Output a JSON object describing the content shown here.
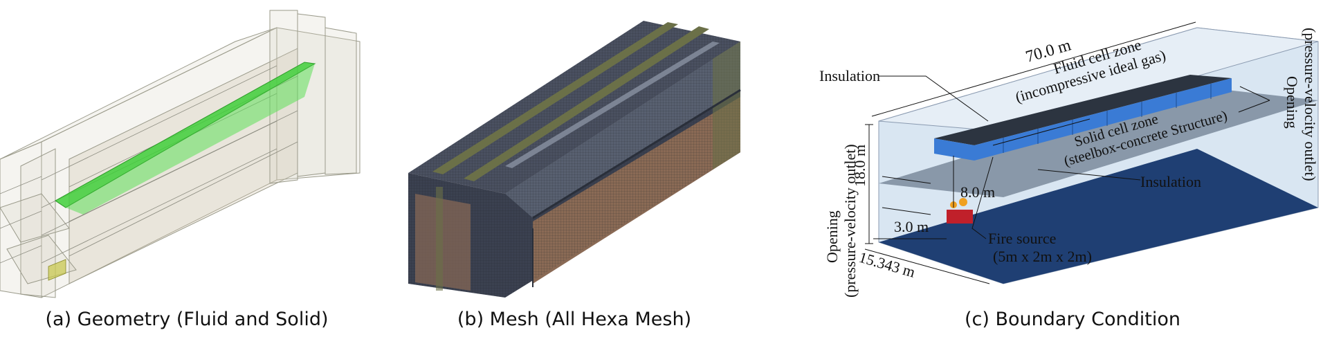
{
  "panels": {
    "a": {
      "caption": "(a) Geometry (Fluid and Solid)"
    },
    "b": {
      "caption": "(b) Mesh (All Hexa Mesh)"
    },
    "c": {
      "caption": "(c) Boundary Condition",
      "labels": {
        "length": "70.0 m",
        "insulation_top": "Insulation",
        "fluid_zone_line1": "Fluid cell zone",
        "fluid_zone_line2": "(incompressive ideal gas)",
        "height": "18.0 m",
        "solid_zone_line1": "Solid cell zone",
        "solid_zone_line2": "(steelbox-concrete Structure)",
        "opening_left_line1": "Opening",
        "opening_left_line2": "(pressure-velocity outlet)",
        "opening_right_line1": "Opening",
        "opening_right_line2": "(pressure-velocity outlet)",
        "clearance": "8.0 m",
        "offset": "3.0 m",
        "insulation_bottom": "Insulation",
        "width": "15.343 m",
        "fire_line1": "Fire source",
        "fire_line2": "(5m x 2m x 2m)"
      }
    }
  },
  "colors": {
    "fluid_box": "#d9e6f2",
    "floor": "#1f3f73",
    "deck": "#6d7d90",
    "girder": "#3a7bd5",
    "fire": "#c0202a",
    "mesh_dark": "#3b4150",
    "mesh_brown": "#8a6a55",
    "mesh_olive": "#6b7048",
    "geometry_green": "#3fcf3a"
  }
}
